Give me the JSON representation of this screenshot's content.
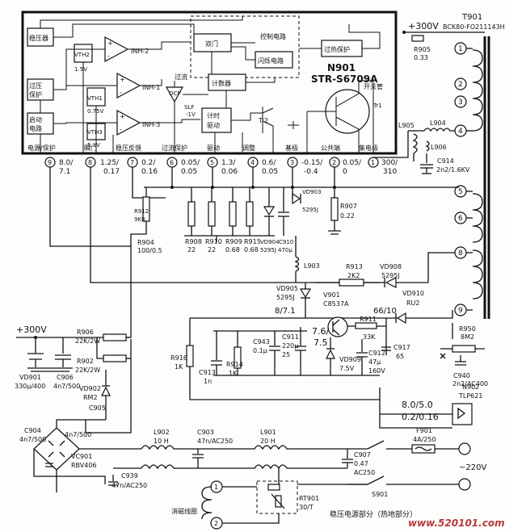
{
  "ic": {
    "part": "N901",
    "model": "STR-S6709A",
    "blocks": {
      "regulator": "稳压器",
      "overvoltage": "过压保护",
      "startup": "启动电路",
      "latch": "双门",
      "control": "控制电路",
      "flicker": "闪烁电路",
      "thermal": "过热保护",
      "counter": "计数器",
      "driver": "计时驱动",
      "ocp": "过流",
      "ocp_box": "OCP",
      "switch": "开关管",
      "switch_ref": "Tr1",
      "tr2": "Tr2"
    },
    "comparators": [
      {
        "ref": "VTH2",
        "vol": "1.5V",
        "out": "INH-2"
      },
      {
        "ref": "VTH1",
        "vol": "0.75V",
        "out": "INH-1"
      },
      {
        "ref": "VTH3",
        "vol": "5.1V",
        "out": "INH-3"
      }
    ],
    "misc": [
      "SLF",
      "-1V",
      "-+V"
    ],
    "pin_functions": [
      "电源/保护",
      "瞬门",
      "稳压反馈",
      "过流保护",
      "驱动",
      "调整",
      "基极",
      "公共端",
      "集电极"
    ],
    "pins": [
      {
        "num": "9",
        "v": "8.0/7.1"
      },
      {
        "num": "8",
        "v": "1.25/0.17"
      },
      {
        "num": "7",
        "v": "0.2/0.16"
      },
      {
        "num": "6",
        "v": "0.05/0.05"
      },
      {
        "num": "5",
        "v": "1.3/0.06"
      },
      {
        "num": "4",
        "v": "0.6/0.05"
      },
      {
        "num": "3",
        "v": "-0.15/-0.4"
      },
      {
        "num": "2",
        "v": "0.05/0"
      },
      {
        "num": "1",
        "v": "300/310"
      }
    ]
  },
  "transformer": {
    "ref": "T901",
    "model": "BCK80-FO211143H",
    "windings": [
      "1",
      "2",
      "3",
      "4",
      "5",
      "6",
      "8",
      "9"
    ]
  },
  "supply": {
    "top": "+300V",
    "left": "+300V",
    "ac": "~220V"
  },
  "labels": {
    "r905": "R905",
    "r905v": "0.33",
    "l905": "L905",
    "l904": "L904",
    "l906": "L906",
    "c914": "C914",
    "c914v": "2n2/1.6KV",
    "r912": "R912",
    "r912v": "9K8",
    "r904": "R904",
    "r904v": "100/0.5",
    "r908": "R908",
    "r908v": "22",
    "r910": "R910",
    "r910v": "22",
    "r909": "R909",
    "r909v": "0.68",
    "r915": "R915",
    "r915v": "0.68",
    "vd904": "VD904",
    "vd904v": "5295J",
    "c910": "C910",
    "c910v": "470μ",
    "vd903": "VD903",
    "vd903v": "5295J",
    "r907": "R907",
    "r907v": "0.22",
    "l903": "L903",
    "r913": "R913",
    "r913v": "2K2",
    "vd908": "VD908",
    "vd908v": "5295J",
    "vd905": "VD905",
    "vd905v": "5295J",
    "v901": "V901",
    "v901v": "C8537A",
    "vd910": "VD910",
    "vd910v": "RU2",
    "node1": "8/7.1",
    "node2": "66/10",
    "node3": "7.6/",
    "node4": "7.5",
    "r911": "R911",
    "r911v": "33K",
    "c917": "C917",
    "c917v": "65",
    "r950": "R950",
    "r950v": "8M2",
    "c940": "C940",
    "c940v": "2n2/AC400",
    "r906": "R906",
    "r906v": "22K/2W",
    "r902": "R902",
    "r902v": "22K/2W",
    "r916": "R916",
    "r916v": "1K",
    "c943": "C943",
    "c943v": "0.1μ",
    "c911": "C911",
    "c911v": "220μ",
    "c911v2": "25",
    "r914": "R914",
    "r914v": "1K",
    "c913": "C913",
    "c913v": "1n",
    "vd909": "VD909",
    "vd909v": "7.5V",
    "c912": "C912",
    "c912v": "47μ",
    "c912v2": "160V",
    "vd901": "VD901",
    "vd901v": "330μ/400",
    "c906": "C906",
    "c906v": "4n7/500",
    "vd902": "VD902",
    "vd902v": "RM2",
    "c905": "C905",
    "c904": "C904",
    "c904v": "4n7/500",
    "c905v": "4n7/500",
    "vc901": "VC901",
    "vc901v": "RBV406",
    "l902": "L902",
    "l902v": "10 H",
    "c903": "C903",
    "c903v": "47n/AC250",
    "l901": "L901",
    "l901v": "20 H",
    "c939": "C939",
    "c939v": "47n/AC250",
    "c907": "C907",
    "c907v": "0.47",
    "c907v2": "AC250",
    "rt901": "RT901",
    "rt901v": "30/T",
    "f901": "F901",
    "f901v": "4A/250",
    "s901": "S901",
    "n902": "N902",
    "n902v": "TLP621",
    "v_out1": "8.0/5.0",
    "v_out2": "0.2/0.16",
    "degauss": "消磁线圈",
    "caption": "稳压电源部分（热地部分）",
    "watermark": "www.520101.com"
  }
}
